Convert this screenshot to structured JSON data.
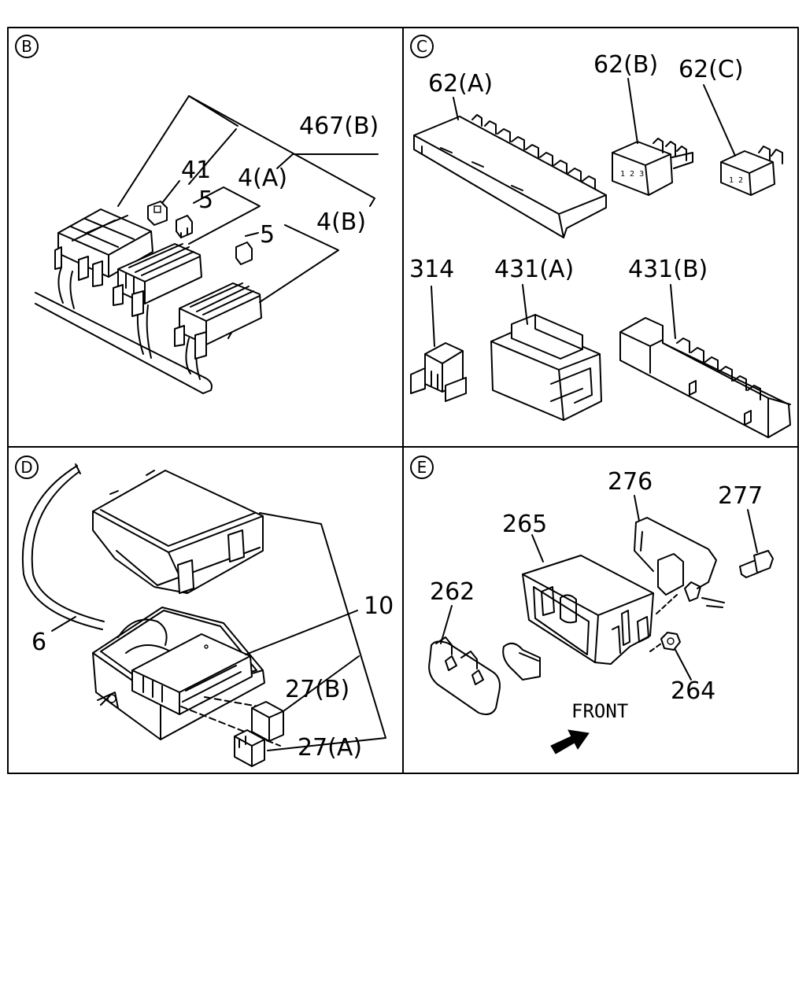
{
  "sections": {
    "B": {
      "badge": "B",
      "labels": {
        "p467b": "467(B)",
        "p41": "41",
        "p4a": "4(A)",
        "p5a": "5",
        "p5b": "5",
        "p4b": "4(B)"
      }
    },
    "C": {
      "badge": "C",
      "labels": {
        "p62a": "62(A)",
        "p62b": "62(B)",
        "p62c": "62(C)",
        "p314": "314",
        "p431a": "431(A)",
        "p431b": "431(B)"
      }
    },
    "D": {
      "badge": "D",
      "labels": {
        "p6": "6",
        "p10": "10",
        "p27b": "27(B)",
        "p27a": "27(A)"
      }
    },
    "E": {
      "badge": "E",
      "labels": {
        "p276": "276",
        "p277": "277",
        "p265": "265",
        "p262": "262",
        "p264": "264",
        "front": "FRONT"
      }
    }
  }
}
